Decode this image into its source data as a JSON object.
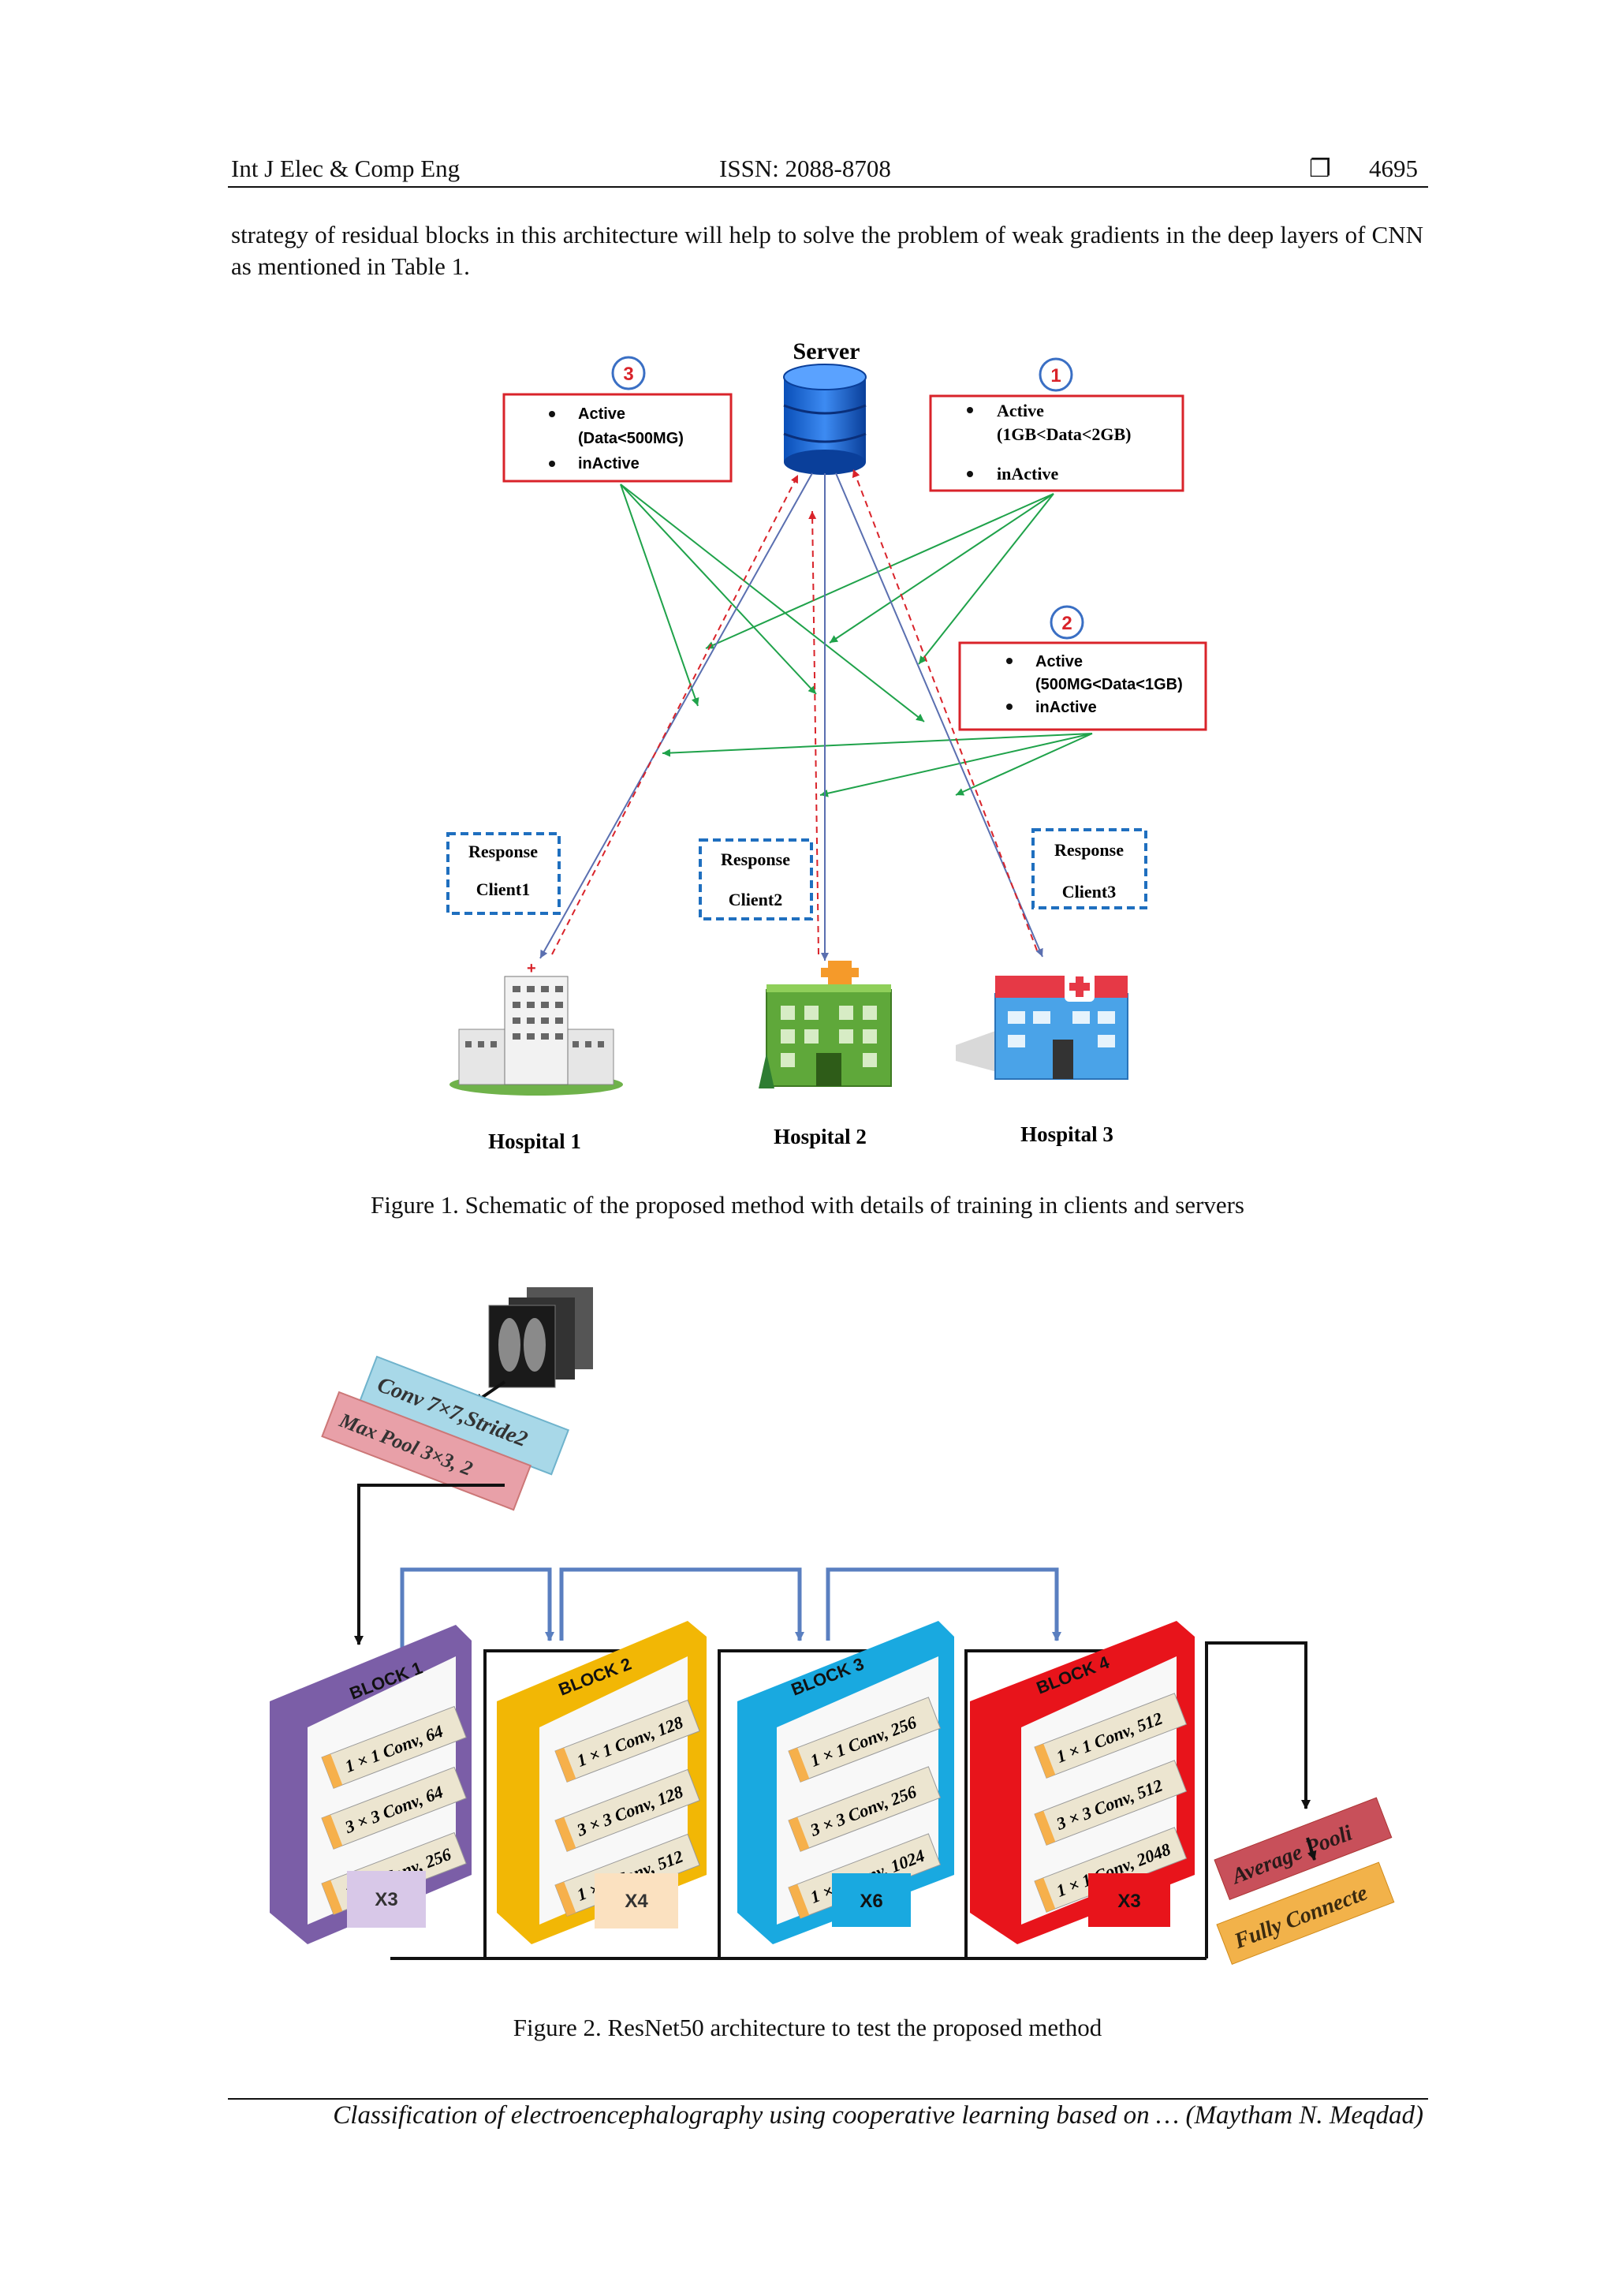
{
  "header": {
    "journal": "Int J Elec & Comp Eng",
    "issn": "ISSN: 2088-8708",
    "page": "4695"
  },
  "body": {
    "paragraph": "strategy of residual blocks in this architecture will help to solve the problem of weak gradients in the deep layers of CNN as mentioned in Table 1."
  },
  "figure1": {
    "server_label": "Server",
    "box3": {
      "number": "3",
      "active": "Active",
      "range": "(Data<500MG)",
      "inactive": "inActive"
    },
    "box1": {
      "number": "1",
      "active": "Active",
      "range": "(1GB<Data<2GB)",
      "inactive": "inActive"
    },
    "box2": {
      "number": "2",
      "active": "Active",
      "range": "(500MG<Data<1GB)",
      "inactive": "inActive"
    },
    "responses": [
      {
        "line1": "Response",
        "line2": "Client1"
      },
      {
        "line1": "Response",
        "line2": "Client2"
      },
      {
        "line1": "Response",
        "line2": "Client3"
      }
    ],
    "hospitals": [
      "Hospital 1",
      "Hospital 2",
      "Hospital 3"
    ],
    "caption": "Figure 1. Schematic of the proposed method with details of training in clients and servers"
  },
  "figure2": {
    "conv_label": "Conv 7×7,Stride2",
    "maxpool_label": "Max Pool 3×3, 2",
    "blocks": [
      {
        "title": "BLOCK 1",
        "layers": [
          "1 × 1 Conv, 64",
          "3 × 3 Conv, 64",
          "1 × 1 Conv, 256"
        ],
        "repeat": "X3",
        "color": "#7b5ea7"
      },
      {
        "title": "BLOCK 2",
        "layers": [
          "1 × 1 Conv, 128",
          "3 × 3 Conv, 128",
          "1 × 1 Conv, 512"
        ],
        "repeat": "X4",
        "color": "#f2b705"
      },
      {
        "title": "BLOCK 3",
        "layers": [
          "1 × 1 Conv, 256",
          "3 × 3 Conv, 256",
          "1 × 1 Conv, 1024"
        ],
        "repeat": "X6",
        "color": "#19a9e0"
      },
      {
        "title": "BLOCK 4",
        "layers": [
          "1 × 1 Conv, 512",
          "3 × 3 Conv, 512",
          "1 × 1 Conv, 2048"
        ],
        "repeat": "X3",
        "color": "#e8141b"
      }
    ],
    "avgpool_label": "Average Pooli",
    "fc_label": "Fully Connecte",
    "caption": "Figure 2. ResNet50 architecture to test the proposed method"
  },
  "footer": {
    "text": "Classification of electroencephalography using cooperative learning based on … (Maytham N. Meqdad)"
  }
}
